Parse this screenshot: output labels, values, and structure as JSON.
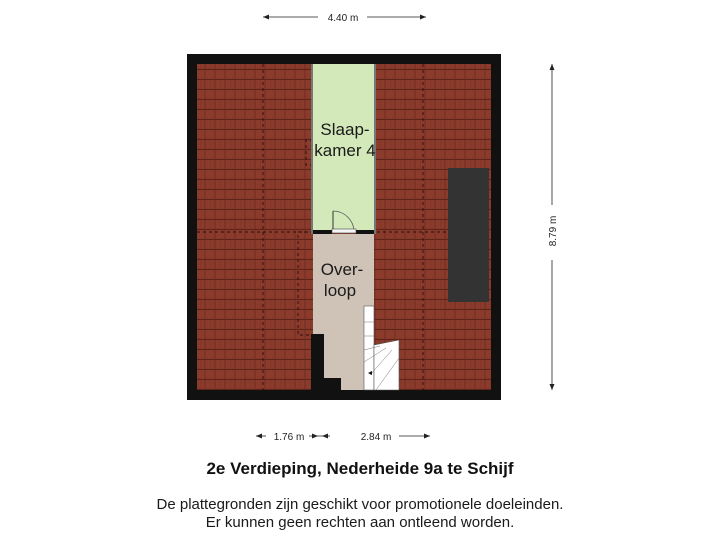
{
  "dimensions": {
    "top_width": "4.40 m",
    "right_height": "8.79 m",
    "bottom_left": "1.76 m",
    "bottom_right": "2.84 m"
  },
  "rooms": {
    "bedroom": {
      "line1": "Slaap-",
      "line2": "kamer 4"
    },
    "landing": {
      "line1": "Over-",
      "line2": "loop"
    }
  },
  "caption": {
    "title": "2e Verdieping, Nederheide 9a te Schijf",
    "line1": "De plattegronden zijn geschikt voor promotionele doeleinden.",
    "line2": "Er kunnen geen rechten aan ontleend worden."
  },
  "colors": {
    "roof_tile": "#8a3b2c",
    "tile_line": "#5e2318",
    "bedroom_floor": "#d3e9b9",
    "landing_floor": "#cfc3b8",
    "wall": "#111111",
    "skylight": "#333333"
  }
}
